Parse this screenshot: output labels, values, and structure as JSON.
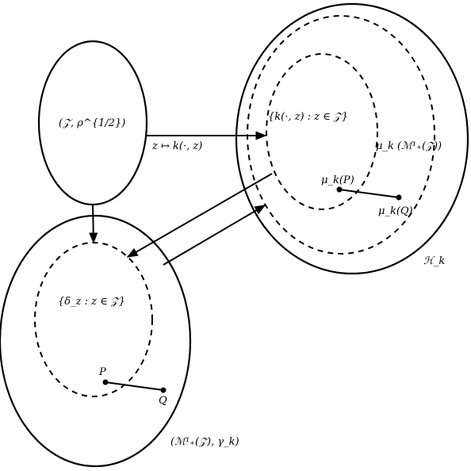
{
  "labels": {
    "metric_space": "(𝒵, ρ^{1/2})",
    "feature_map": "z ↦ k(·, z)",
    "feature_set": "{k(·, z) : z ∈ 𝒵}",
    "embedding_image": "μ_k (ℳ¹₊(𝒵))",
    "mu_p": "μ_k(P)",
    "mu_q": "μ_k(Q)",
    "rkhs": "ℋ_k",
    "dirac_set": "{δ_z : z ∈ 𝒵}",
    "p": "P",
    "q": "Q",
    "measure_space": "(ℳ¹₊(𝒵), γ_k)"
  }
}
